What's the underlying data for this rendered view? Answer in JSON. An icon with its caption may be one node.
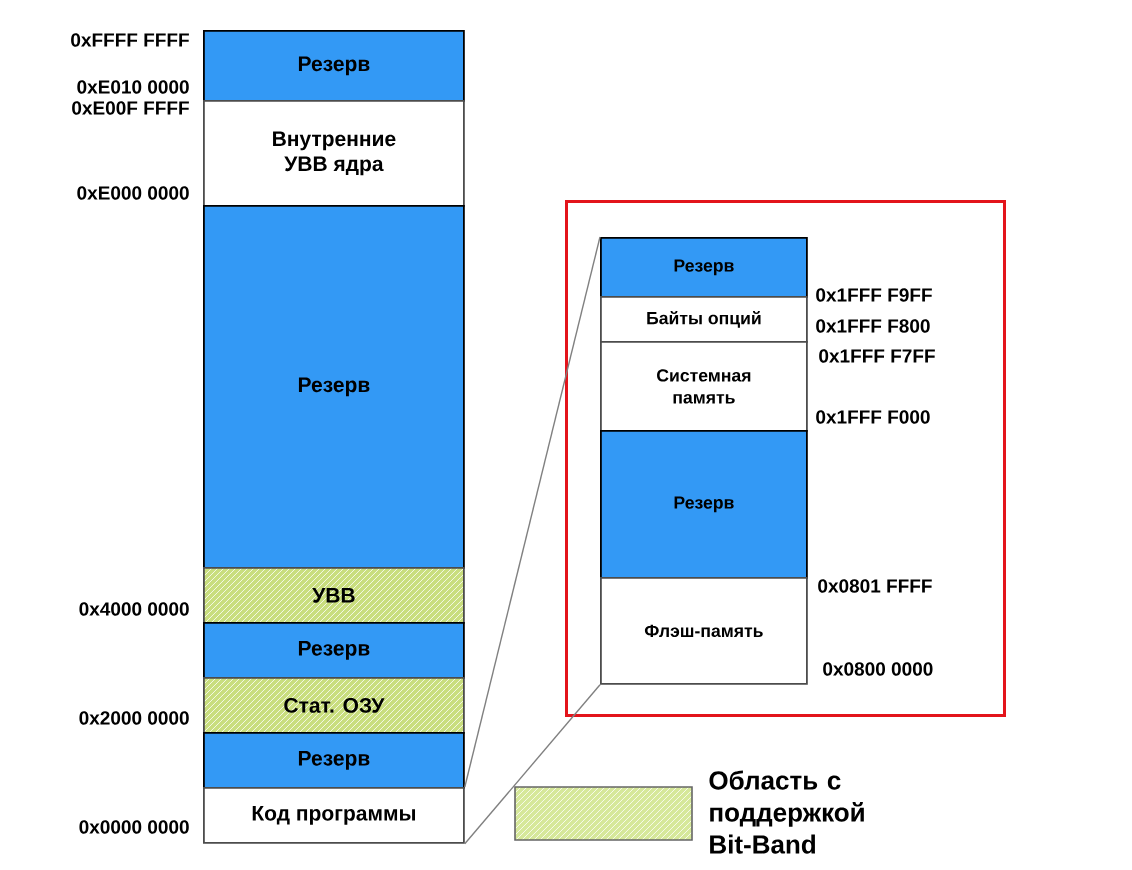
{
  "diagram": {
    "nodes": [
      {
        "text": [
          "Резерв"
        ]
      },
      {
        "text": [
          "Внутренние УВВ ядра"
        ]
      },
      {
        "text": [
          "Резерв"
        ]
      },
      {
        "text": [
          "УВВ"
        ]
      },
      {
        "text": [
          "Резерв"
        ]
      },
      {
        "text": [
          "Стат. ОЗУ"
        ]
      },
      {
        "text": [
          "Резерв"
        ]
      },
      {
        "text": [
          "Код программы"
        ]
      },
      {
        "text": [],
        "shape": "box"
      },
      {
        "text": [
          "Резерв"
        ],
        "in": 8
      },
      {
        "text": [
          "Байты опций"
        ],
        "in": 8
      },
      {
        "text": [
          "Системная память"
        ],
        "in": 8
      },
      {
        "text": [
          "Резерв"
        ],
        "in": 8
      },
      {
        "text": [
          "Флэш-память"
        ],
        "in": 8
      }
    ],
    "edges": [
      {
        "from": 7,
        "to": 9,
        "arrow": "none",
        "color": "#808080"
      },
      {
        "from": 7,
        "to": 13,
        "arrow": "none",
        "color": "#808080"
      }
    ],
    "labels": [
      "0xFFFF FFFF",
      "0xE010 0000",
      "0xE00F FFFF",
      "0xE000 0000",
      "0x4000 0000",
      "0x2000 0000",
      "0x0000 0000",
      "0x1FFF F9FF",
      "0x1FFF F800",
      "0x1FFF F7FF",
      "0x1FFF F000",
      "0x0801 FFFF",
      "0x0800 0000"
    ],
    "legend": [
      {
        "text": "Область с поддержкой Bit-Band",
        "color": "#d6e89a"
      }
    ]
  }
}
